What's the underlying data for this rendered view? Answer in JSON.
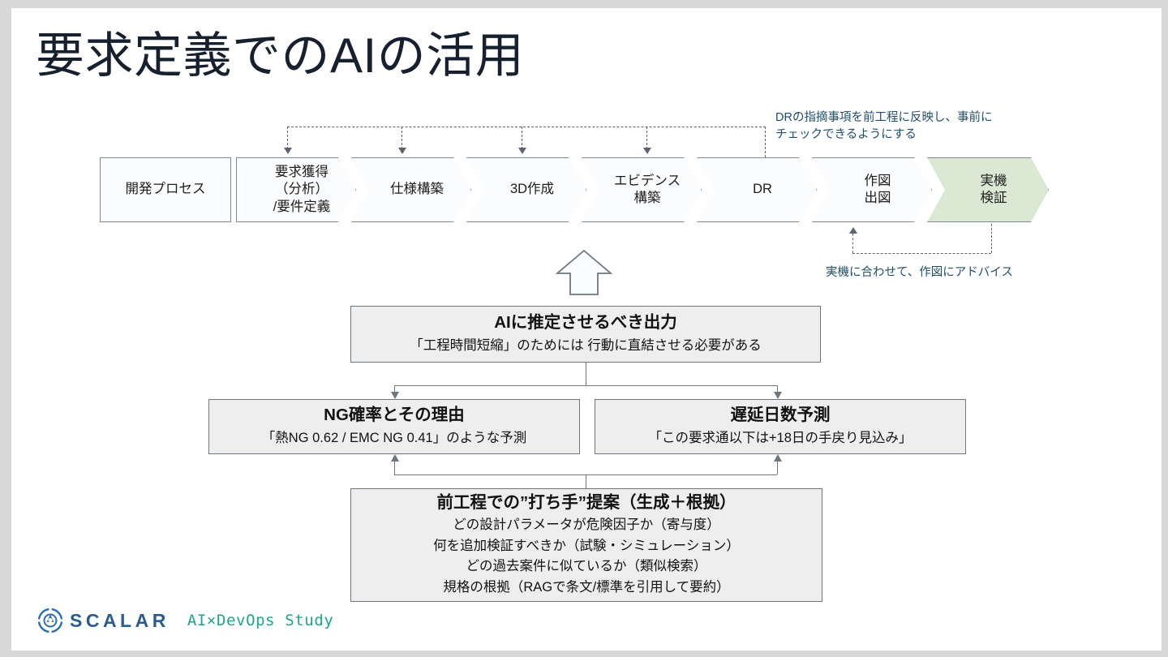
{
  "slide": {
    "title": "要求定義でのAIの活用"
  },
  "process": {
    "label_box": "開発プロセス",
    "steps": [
      {
        "id": "step-requirements",
        "lines": [
          "要求獲得",
          "（分析）",
          "/要件定義"
        ],
        "highlight": false
      },
      {
        "id": "step-spec",
        "lines": [
          "仕様構築"
        ],
        "highlight": false
      },
      {
        "id": "step-3d",
        "lines": [
          "3D作成"
        ],
        "highlight": false
      },
      {
        "id": "step-evidence",
        "lines": [
          "エビデンス",
          "構築"
        ],
        "highlight": false
      },
      {
        "id": "step-dr",
        "lines": [
          "DR"
        ],
        "highlight": false
      },
      {
        "id": "step-drawing",
        "lines": [
          "作図",
          "出図"
        ],
        "highlight": false
      },
      {
        "id": "step-actual",
        "lines": [
          "実機",
          "検証"
        ],
        "highlight": true
      }
    ],
    "highlight_color": "#dbe8d3"
  },
  "annotations": {
    "top": [
      "DRの指摘事項を前工程に反映し、事前に",
      "チェックできるようにする"
    ],
    "bottom": [
      "実機に合わせて、作図にアドバイス"
    ],
    "color": "#1f4e6b"
  },
  "flow": {
    "ai_output": {
      "title": "AIに推定させるべき出力",
      "subtitle": "「工程時間短縮」のためには 行動に直結させる必要がある"
    },
    "ng_probability": {
      "title": "NG確率とその理由",
      "subtitle": "「熱NG 0.62 / EMC NG 0.41」のような予測"
    },
    "delay_prediction": {
      "title": "遅延日数予測",
      "subtitle": "「この要求通以下は+18日の手戻り見込み」"
    },
    "action_proposal": {
      "title": "前工程での”打ち手”提案（生成＋根拠）",
      "items": [
        "どの設計パラメータが危険因子か（寄与度）",
        "何を追加検証すべきか（試験・シミュレーション）",
        "どの過去案件に似ているか（類似検索）",
        "規格の根拠（RAGで条文/標準を引用して要約）"
      ]
    }
  },
  "footer": {
    "brand": "SCALAR",
    "event": "AI×DevOps Study",
    "brand_color": "#2a5d8f",
    "event_color": "#1fa58a"
  }
}
